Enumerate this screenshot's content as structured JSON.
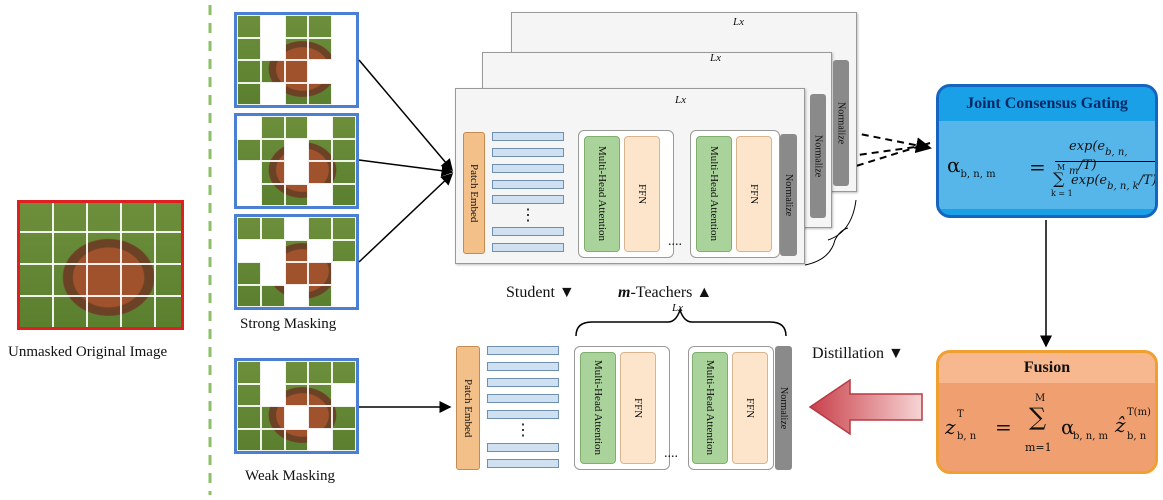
{
  "labels": {
    "original": "Unmasked Original Image",
    "strong": "Strong Masking",
    "weak": "Weak Masking",
    "student": "Student ▼",
    "teachers_prefix": "m",
    "teachers": "-Teachers ▲",
    "distillation": "Distillation ▼",
    "lx": "Lx",
    "patch_embed": "Patch Embed",
    "mha": "Multi-Head Attention",
    "ffn": "FFN",
    "normalize": "Normalize",
    "dots_v": "⋮",
    "dots_h": "...."
  },
  "gating": {
    "title": "Joint Consensus Gating",
    "lhs_sub": "b, n, m",
    "num_fn": "exp(e",
    "num_sub": "b, n, m",
    "num_tail": "/T)",
    "den_sum_top": "M",
    "den_sum_bottom": "k = 1",
    "den_fn": "exp(e",
    "den_sub": "b, n, k",
    "den_tail": "/T)"
  },
  "fusion": {
    "title": "Fusion",
    "lhs_sup": "T",
    "lhs_sub": "b, n",
    "sum_top": "M",
    "sum_bottom": "m=1",
    "alpha_sub": "b, n, m",
    "z_sup": "T(m)",
    "z_sub": "b, n"
  },
  "colors": {
    "orange": "#f4c08a",
    "green": "#a9d39a",
    "peach": "#fde5cc",
    "gray": "#8a8a8a",
    "token": "#cfe0f1",
    "gating_fill": "#1aa0e6",
    "gating_border": "#1565c0",
    "fusion_fill": "#f0a070",
    "fusion_border": "#f0a030",
    "mask_border": "#4a7fd4",
    "orig_border": "#e02020",
    "divider": "#8cc068"
  }
}
